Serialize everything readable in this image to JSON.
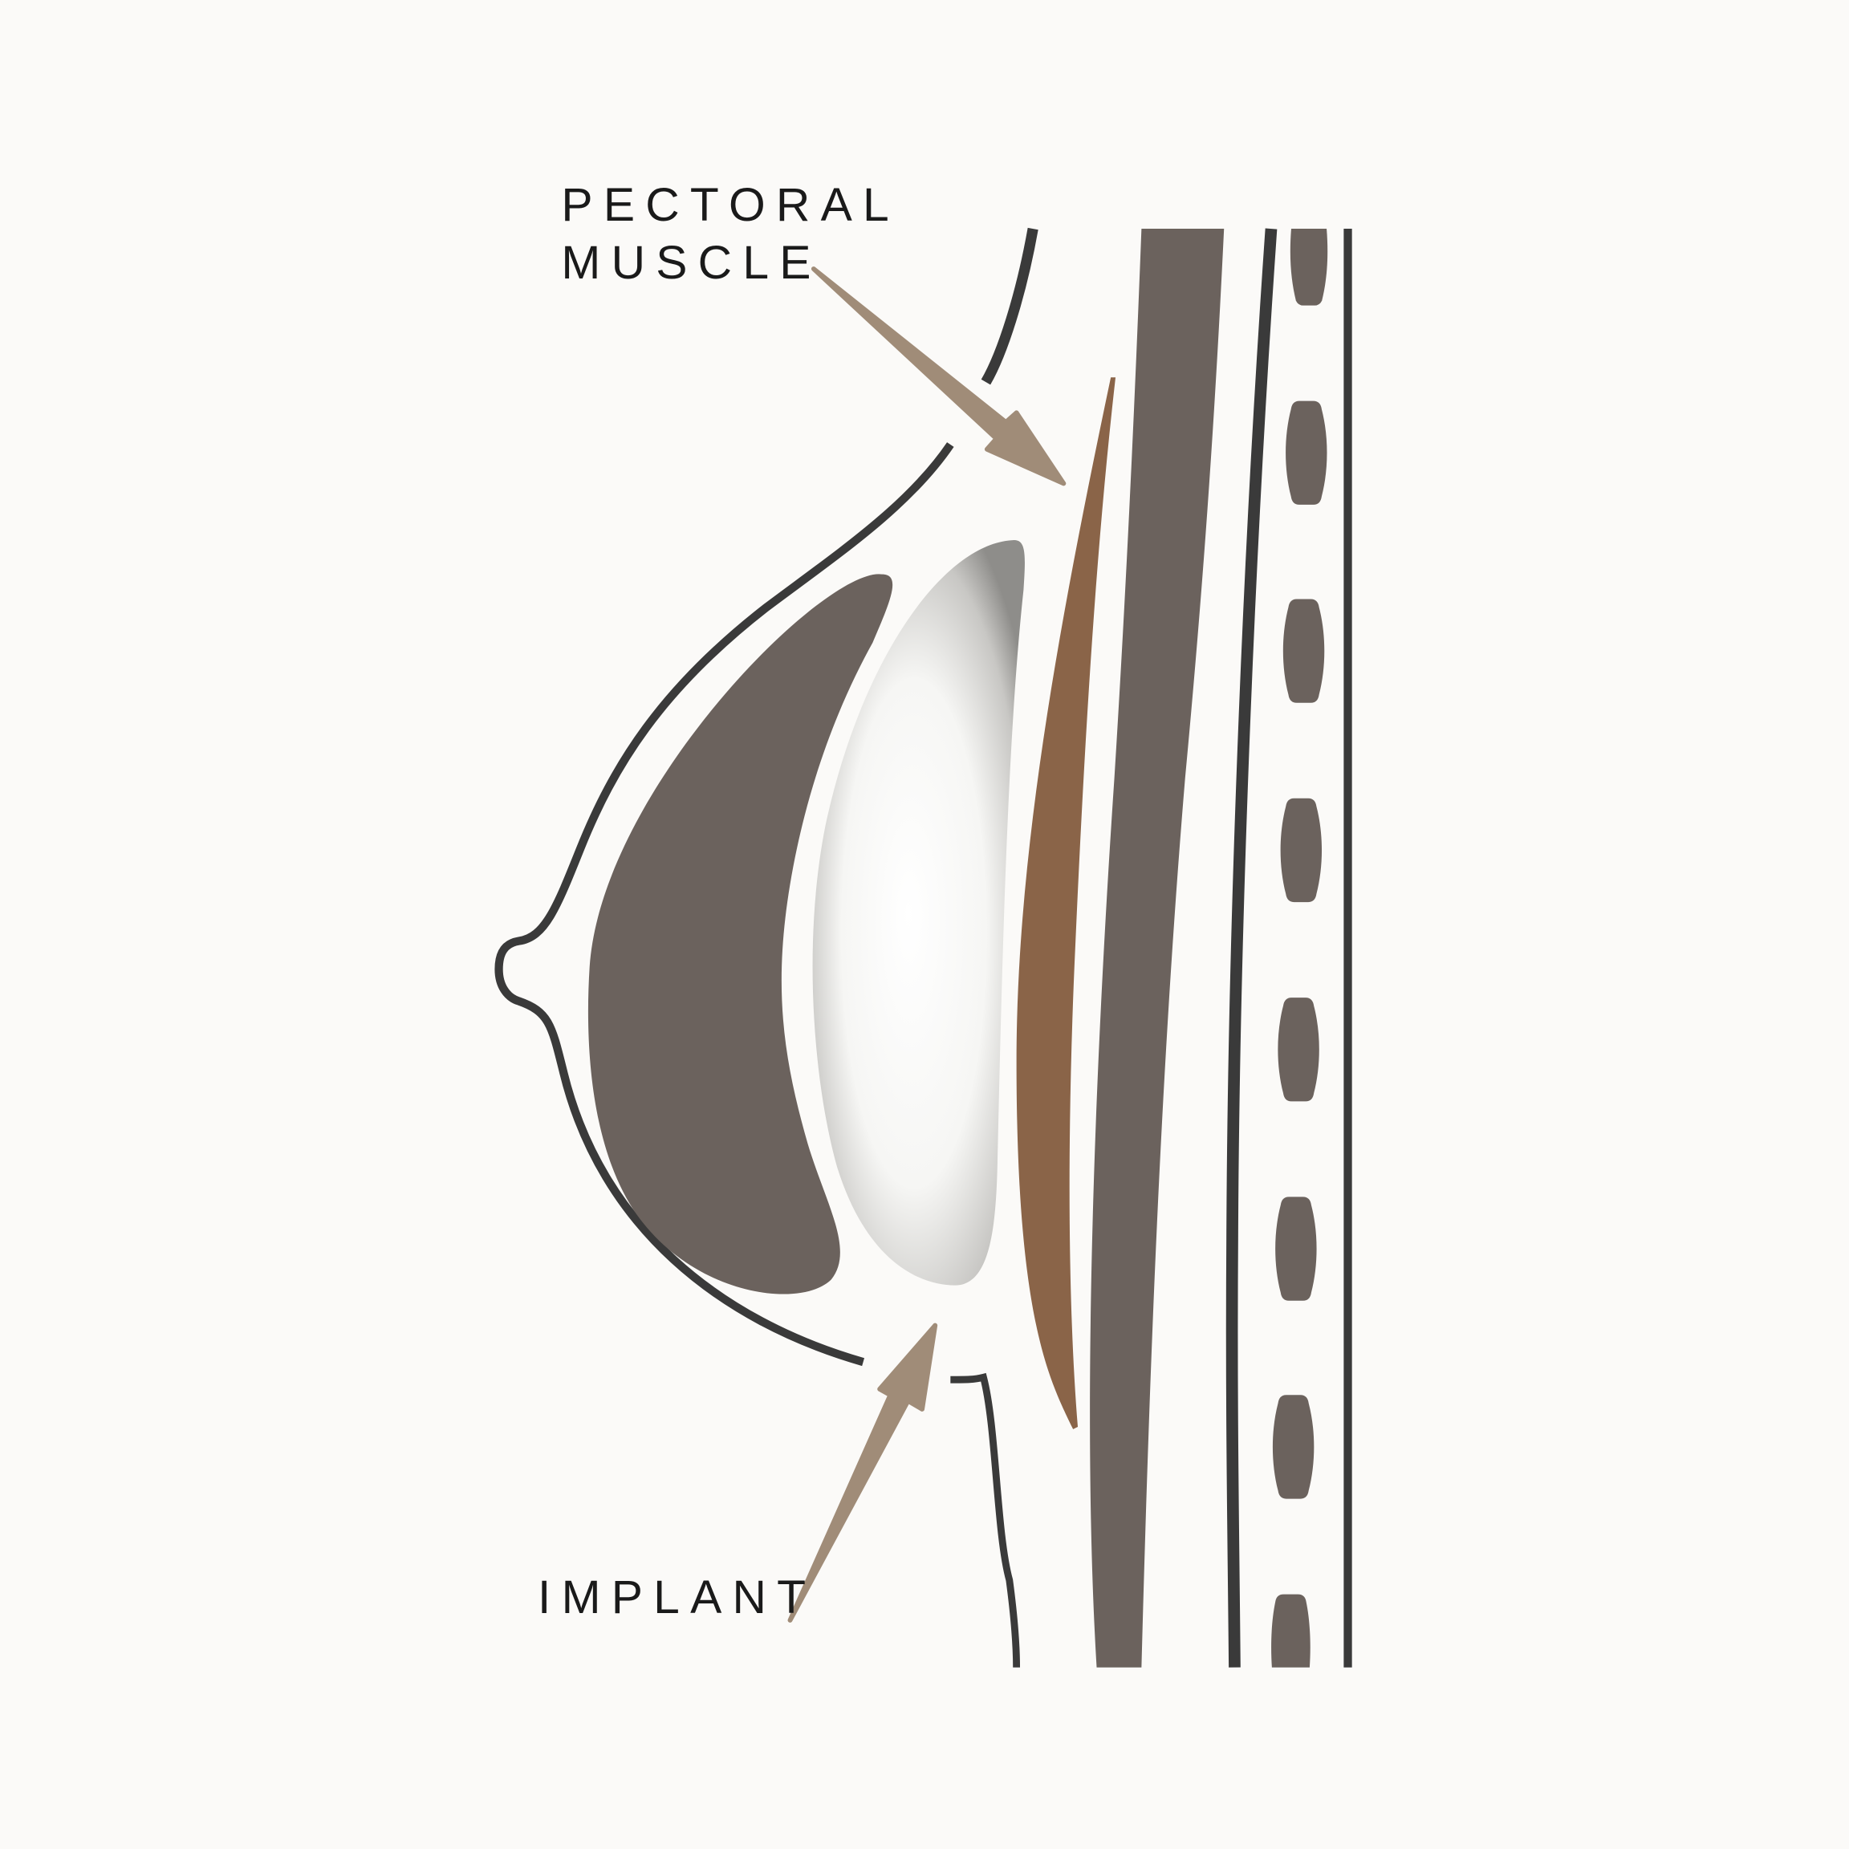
{
  "labels": {
    "pectoral_line1": "PECTORAL",
    "pectoral_line2": "MUSCLE",
    "implant": "IMPLANT"
  },
  "colors": {
    "background": "#fbfaf8",
    "outline": "#3a3a3a",
    "tissue": "#6b625d",
    "muscle": "#8a6448",
    "arrow": "#a08c78"
  }
}
